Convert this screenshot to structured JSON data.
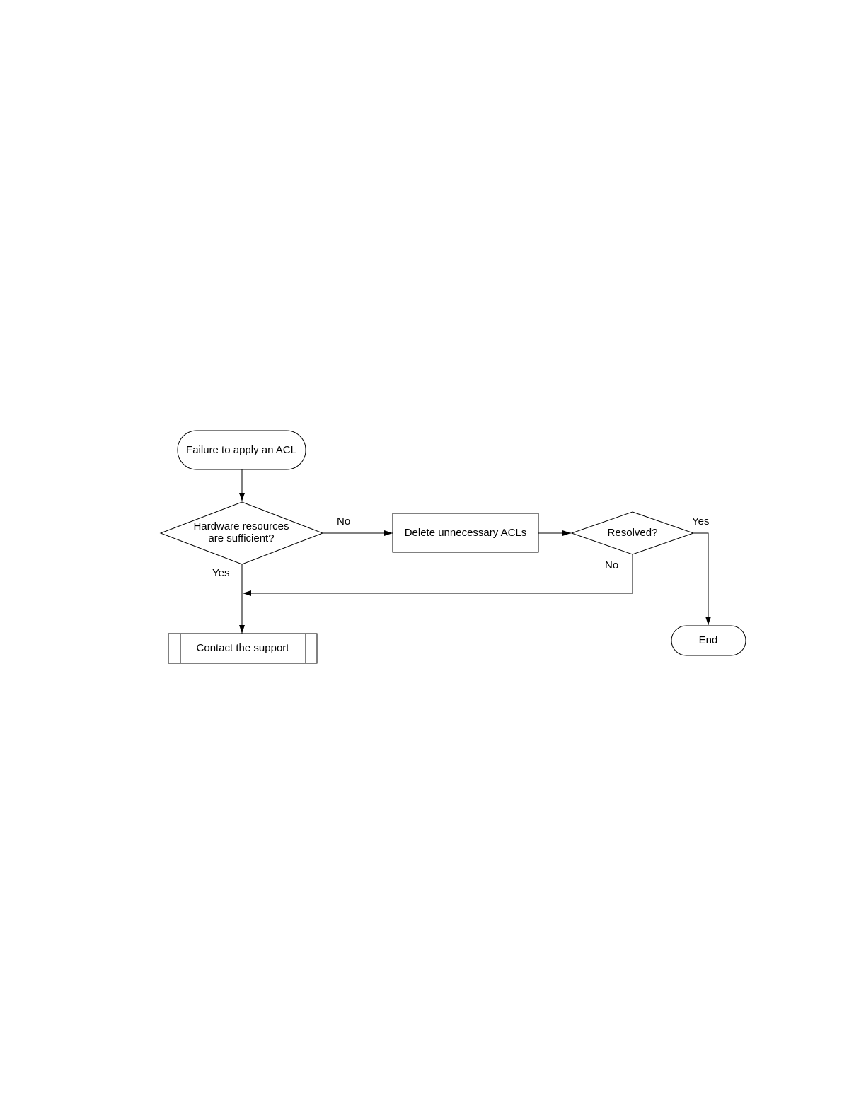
{
  "nodes": {
    "start": "Failure to apply an ACL",
    "decision_hardware": [
      "Hardware resources",
      "are sufficient?"
    ],
    "delete_acls": "Delete unnecessary ACLs",
    "decision_resolved": "Resolved?",
    "contact_support": "Contact the support",
    "end": "End"
  },
  "edge_labels": {
    "hardware_no": "No",
    "hardware_yes": "Yes",
    "resolved_yes": "Yes",
    "resolved_no": "No"
  },
  "colors": {
    "stroke": "#000000",
    "footnote_rule": "#2b4fd6"
  }
}
